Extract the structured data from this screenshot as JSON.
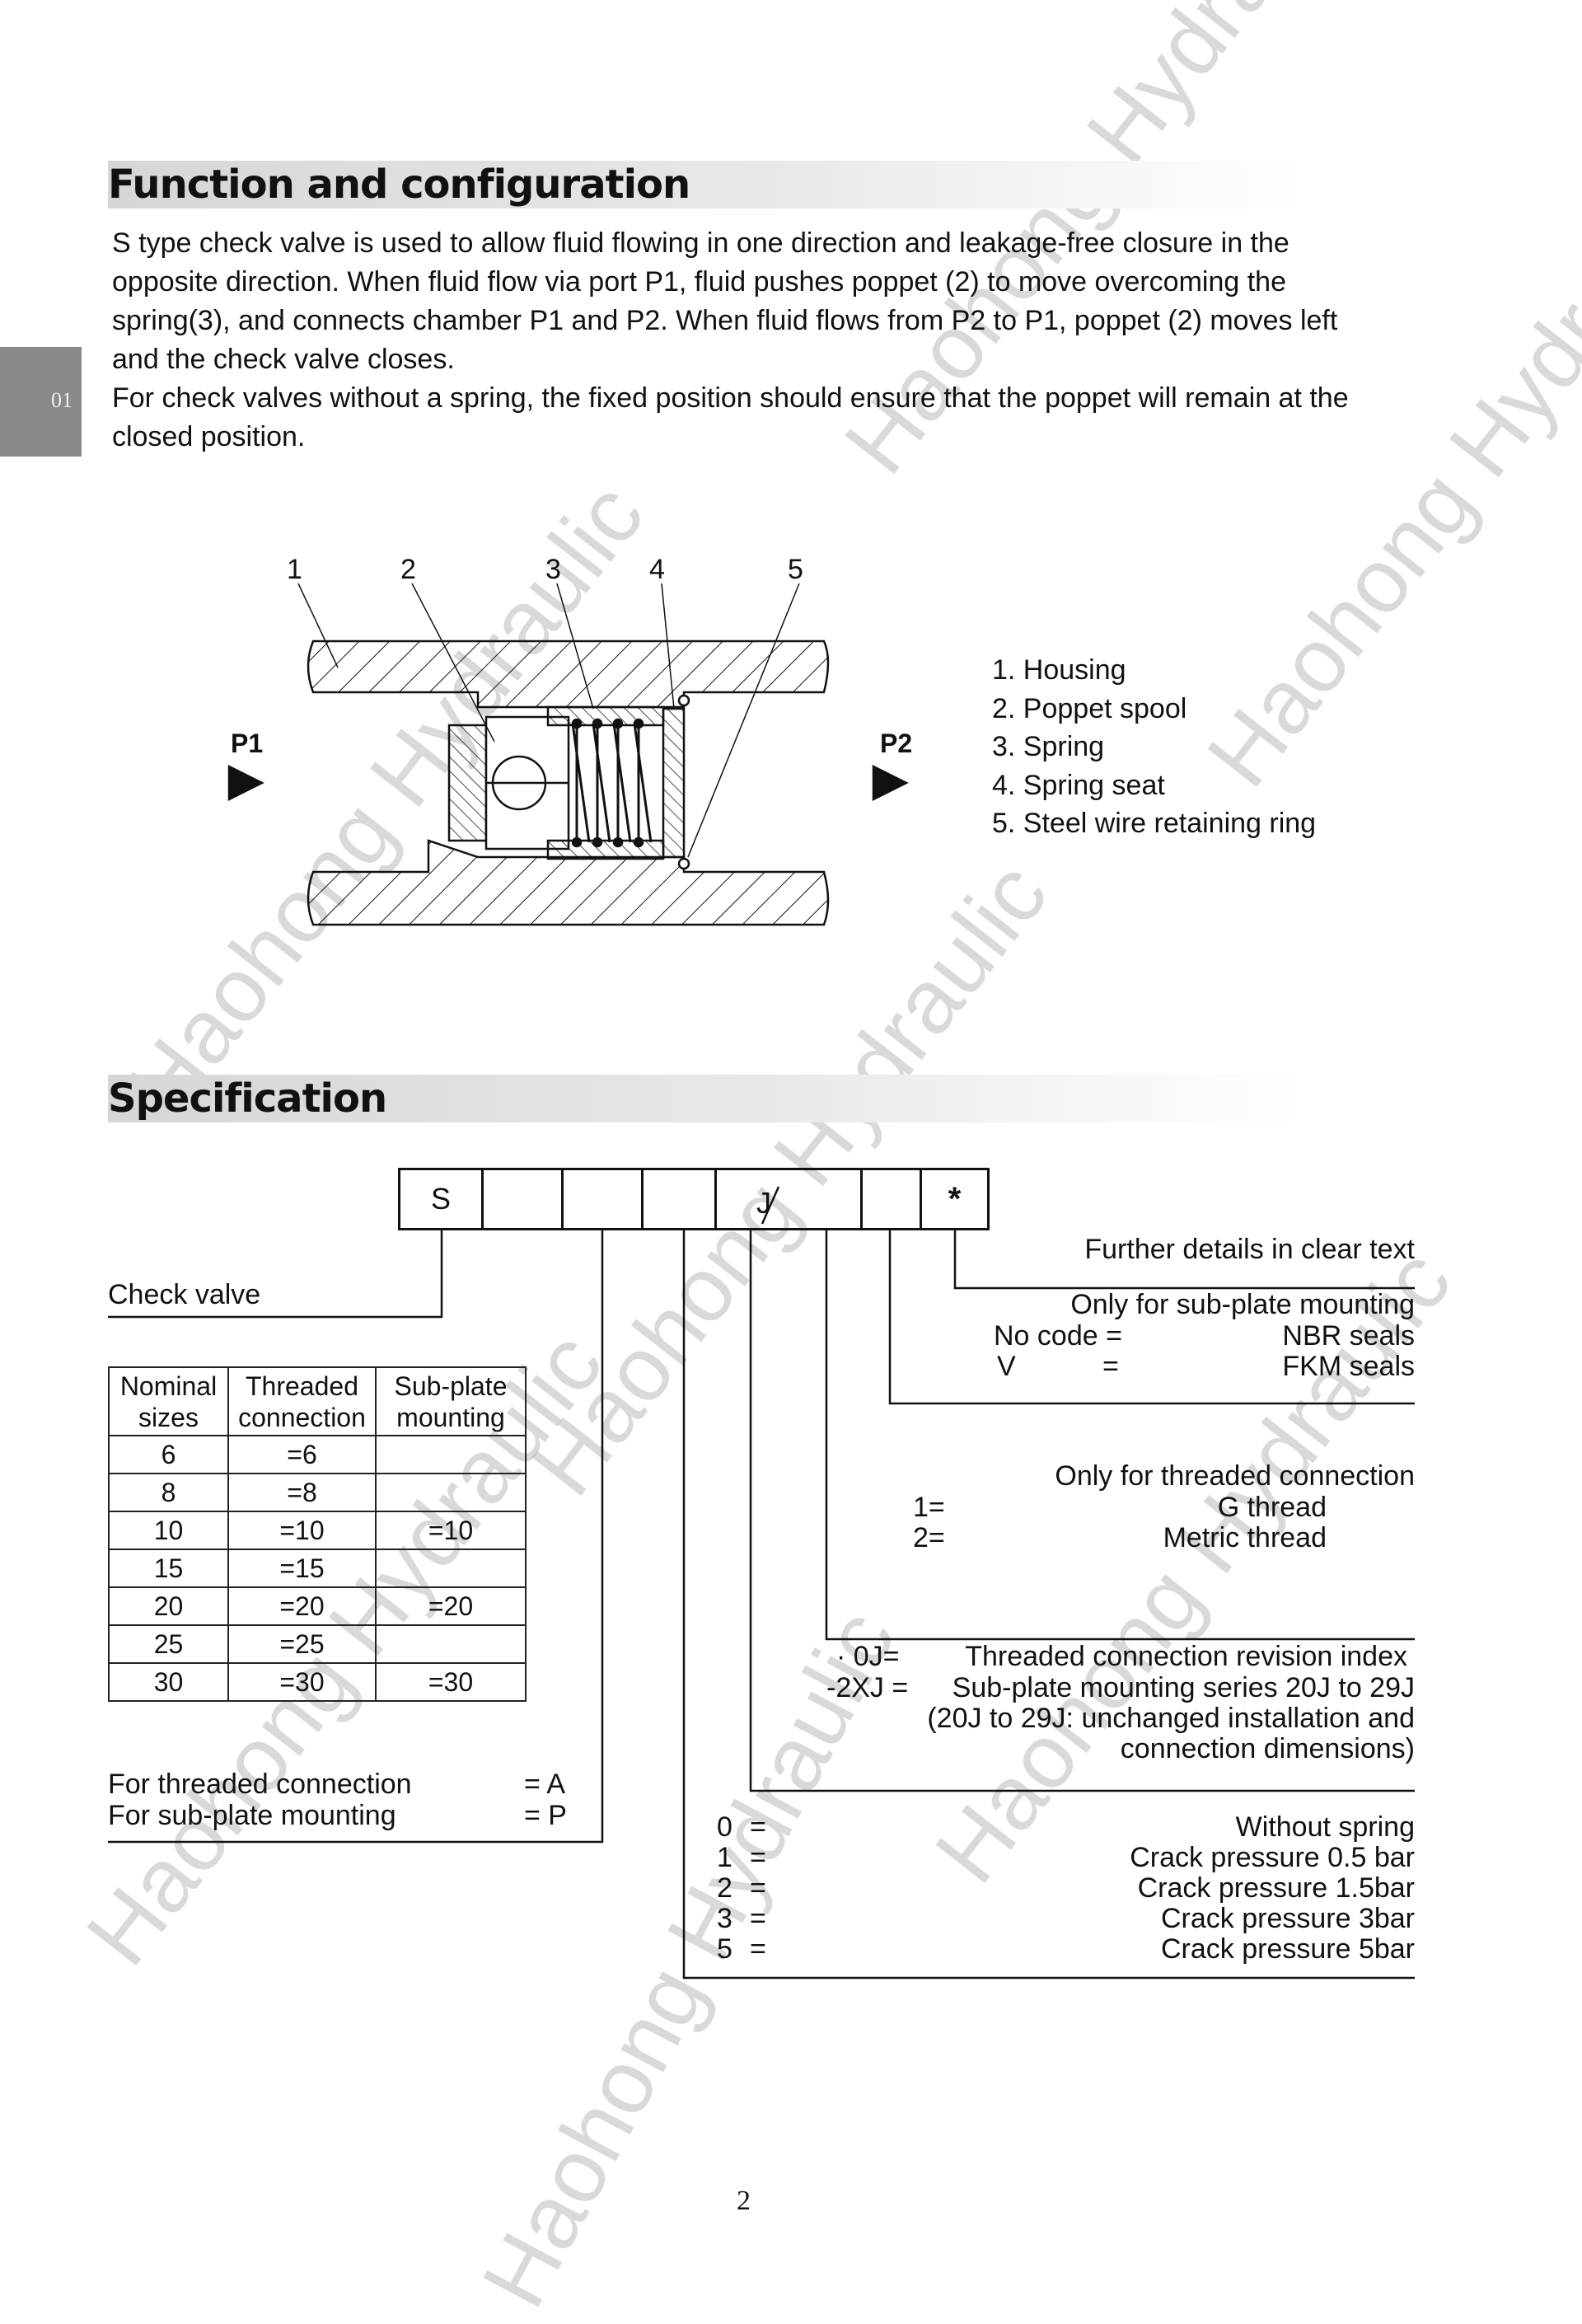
{
  "watermark": "Haohong Hydraulic",
  "side_tab": "01",
  "section1": {
    "title": "Function and configuration",
    "paragraph_lines": [
      "S type check valve is used to allow fluid flowing in one direction and leakage-free closure in the",
      "opposite direction. When fluid flow via port P1, fluid pushes poppet (2) to move overcoming the",
      "spring(3), and connects chamber P1 and P2. When fluid flows from P2 to P1, poppet (2) moves  left",
      "and the check valve closes.",
      "For check valves without a spring, the fixed position should ensure that the poppet will remain at the",
      "closed position."
    ]
  },
  "diagram": {
    "callouts": [
      "1",
      "2",
      "3",
      "4",
      "5"
    ],
    "port_in": "P1",
    "port_out": "P2",
    "legend": [
      "1. Housing",
      "2. Poppet spool",
      "3. Spring",
      "4. Spring seat",
      "5. Steel wire retaining ring"
    ]
  },
  "section2": {
    "title": "Specification",
    "code_boxes": [
      "S",
      "",
      "",
      "",
      "J",
      "",
      "",
      "*"
    ],
    "check_valve": "Check valve",
    "table": {
      "headers": [
        [
          "Nominal",
          "sizes"
        ],
        [
          "Threaded",
          "connection"
        ],
        [
          "Sub-plate",
          "mounting"
        ]
      ],
      "rows": [
        [
          "6",
          "=6",
          ""
        ],
        [
          "8",
          "=8",
          ""
        ],
        [
          "10",
          "=10",
          "=10"
        ],
        [
          "15",
          "=15",
          ""
        ],
        [
          "20",
          "=20",
          "=20"
        ],
        [
          "25",
          "=25",
          ""
        ],
        [
          "30",
          "=30",
          "=30"
        ]
      ]
    },
    "connection": [
      {
        "label": "For threaded connection",
        "code": "= A"
      },
      {
        "label": "For sub-plate mounting",
        "code": "= P"
      }
    ],
    "further_details": "Further details in clear text",
    "seals": {
      "title": "Only for sub-plate mounting",
      "rows": [
        {
          "code": "No code =",
          "eq": "",
          "value": "NBR seals"
        },
        {
          "code": "V",
          "eq": "=",
          "value": "FKM seals"
        }
      ]
    },
    "thread": {
      "title": "Only for threaded connection",
      "rows": [
        {
          "code": "1=",
          "value": "G thread"
        },
        {
          "code": "2=",
          "value": "Metric thread"
        }
      ]
    },
    "revision": {
      "rows": [
        {
          "code": "· 0J=",
          "value": "Threaded connection revision index"
        },
        {
          "code": "-2XJ =",
          "value": "Sub-plate mounting series 20J to 29J"
        }
      ],
      "note_lines": [
        "(20J to 29J: unchanged installation and",
        "connection dimensions)"
      ]
    },
    "spring": {
      "rows": [
        {
          "code": "0",
          "value": "Without spring"
        },
        {
          "code": "1",
          "value": "Crack pressure 0.5 bar"
        },
        {
          "code": "2",
          "value": "Crack pressure 1.5bar"
        },
        {
          "code": "3",
          "value": "Crack pressure 3bar"
        },
        {
          "code": "5",
          "value": "Crack pressure 5bar"
        }
      ],
      "eq": "="
    }
  },
  "page_number": "2"
}
